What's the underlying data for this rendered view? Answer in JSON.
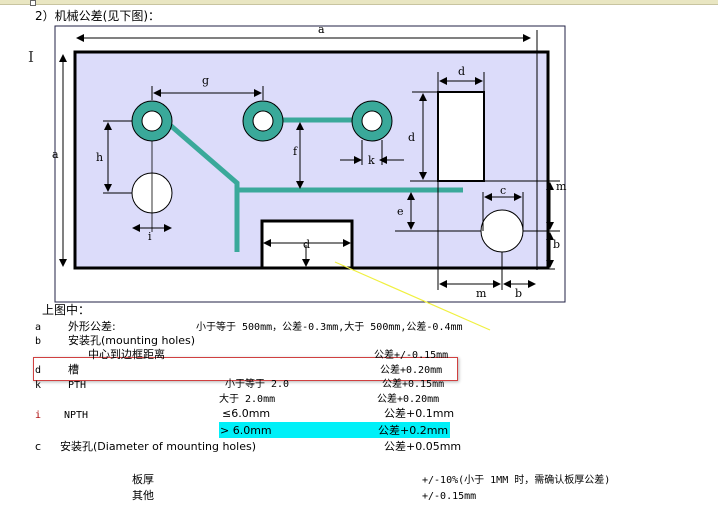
{
  "heading": "2）机械公差(见下图)：",
  "diagram": {
    "labels": {
      "a": "a",
      "a_side": "a",
      "g": "g",
      "h": "h",
      "f": "f",
      "k": "k",
      "i": "i",
      "d_slot": "d",
      "d_rect_w": "d",
      "d_rect_h": "d",
      "c_hole": "c",
      "e": "e",
      "m_vert": "m",
      "b_vert": "b",
      "m_horiz": "m",
      "b_horiz": "b"
    },
    "colors": {
      "board": "#dcdcfa",
      "trace": "#3aa99a",
      "highlight": "#00f0f8",
      "annotation": "#f0f040"
    }
  },
  "legend_title": "上图中：",
  "rows": [
    {
      "key": "a",
      "name": "外形公差:",
      "cond": "小于等于 500mm，公差-0.3mm,大于 500mm,公差-0.4mm",
      "tol": ""
    },
    {
      "key": "b",
      "name": "安装孔(mounting holes)",
      "cond": "",
      "tol": ""
    },
    {
      "key": "",
      "name": "中心到边框距离",
      "cond": "",
      "tol": "公差+/-0.15mm"
    },
    {
      "key": "d",
      "name": "槽",
      "cond": "",
      "tol": "公差+0.20mm"
    },
    {
      "key": "k",
      "name": "PTH",
      "cond": "小于等于 2.0",
      "tol": "公差+0.15mm"
    },
    {
      "key": "",
      "name": "",
      "cond": "大于 2.0mm",
      "tol": "公差+0.20mm"
    },
    {
      "key": "i",
      "name": "NPTH",
      "cond": "≤6.0mm",
      "tol": "公差+0.1mm"
    },
    {
      "key": "",
      "name": "",
      "cond": "> 6.0mm",
      "tol": "公差+0.2mm"
    },
    {
      "key": "c",
      "name": "安装孔(Diameter of mounting holes)",
      "cond": "",
      "tol": "公差+0.05mm"
    }
  ],
  "extra": [
    {
      "name": "板厚",
      "tol": "+/-10%(小于 1MM 时，需确认板厚公差)"
    },
    {
      "name": "其他",
      "tol": "+/-0.15mm"
    }
  ]
}
